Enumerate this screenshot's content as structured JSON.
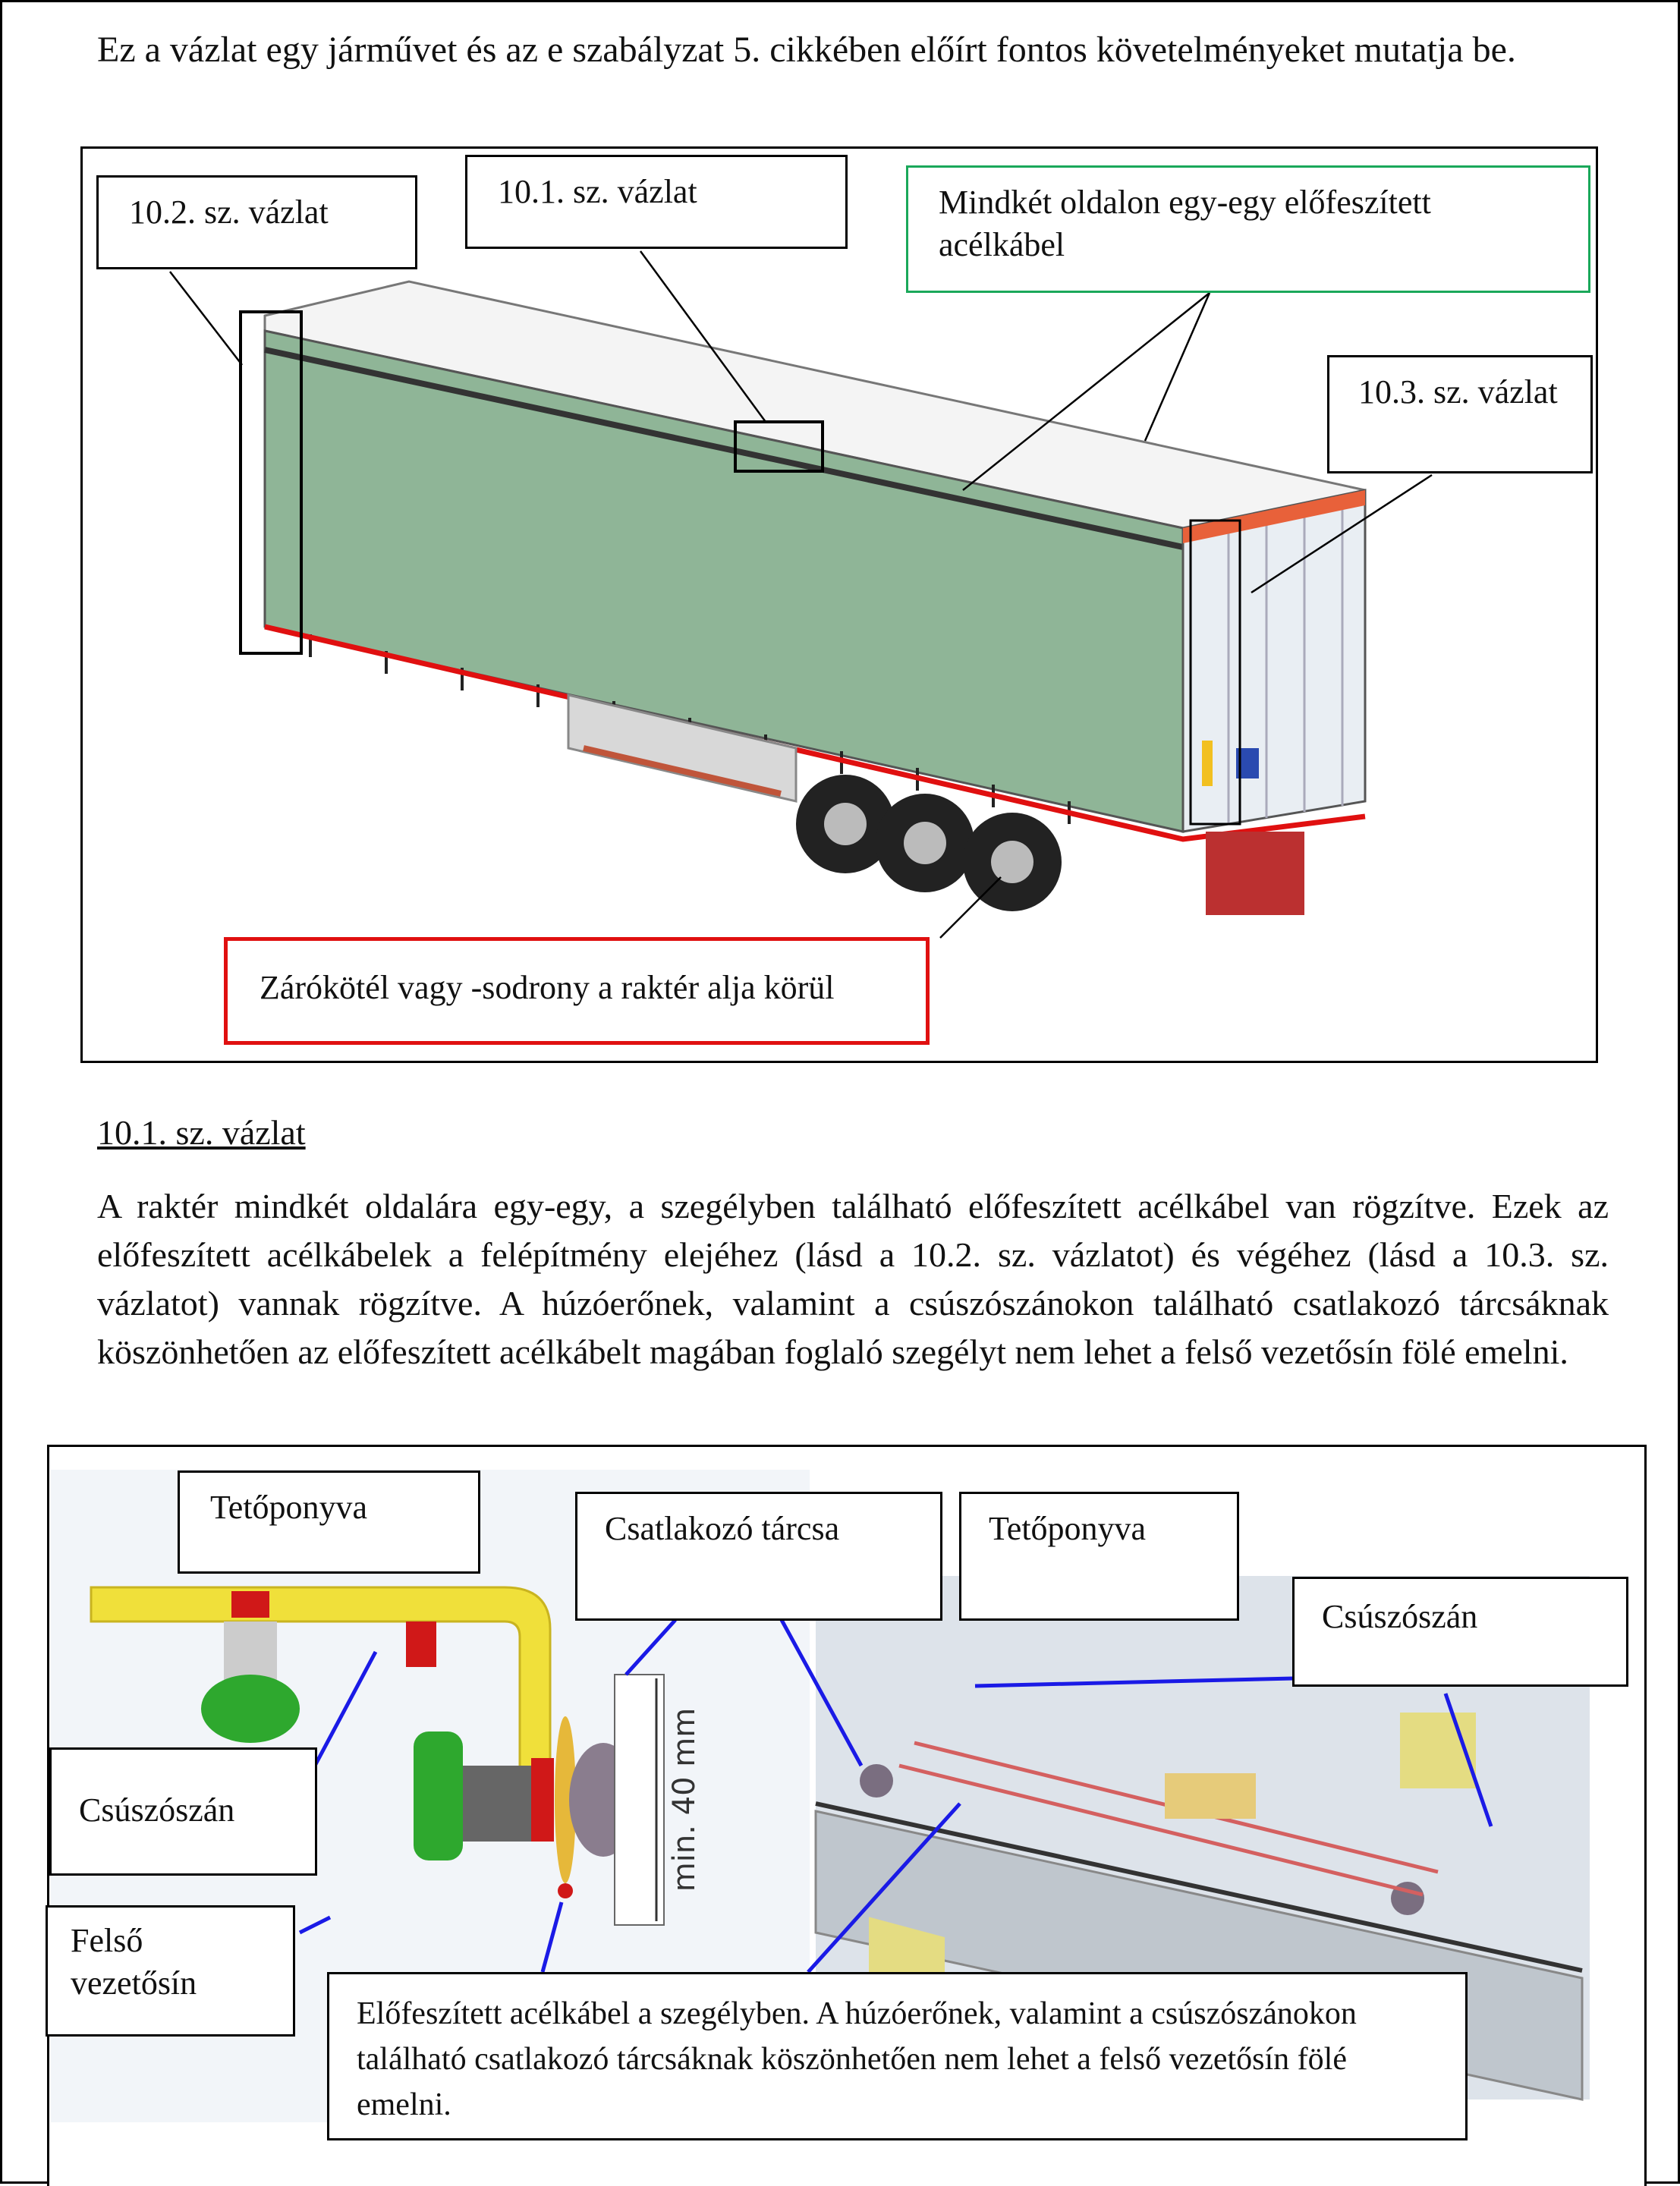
{
  "intro_text": "Ez a vázlat egy járművet és az e szabályzat 5. cikkében előírt fontos követelményeket mutatja be.",
  "figure1": {
    "label_10_2": "10.2. sz. vázlat",
    "label_10_1": "10.1. sz. vázlat",
    "label_cable": "Mindkét oldalon egy-egy előfeszített acélkábel",
    "label_10_3": "10.3. sz. vázlat",
    "label_rope": "Zárókötél vagy -sodrony a raktér alja körül",
    "colors": {
      "cable_box": "#1aa85a",
      "rope_box": "#e01010",
      "curtain": "#8fb597"
    }
  },
  "section_heading": "10.1. sz. vázlat",
  "section_paragraph": "A raktér mindkét oldalára egy-egy, a szegélyben található előfeszített acélkábel van rögzítve. Ezek az előfeszített acélkábelek a felépítmény elejéhez (lásd a 10.2. sz. vázlatot) és végéhez (lásd a 10.3. sz. vázlatot) vannak rögzítve. A húzóerőnek, valamint a csúszószánokon található csatlakozó tárcsáknak köszönhetően az előfeszített acélkábelt magában foglaló szegélyt nem lehet a felső vezetősín fölé emelni.",
  "figure2": {
    "label_roof1": "Tetőponyva",
    "label_disc": "Csatlakozó tárcsa",
    "label_roof2": "Tetőponyva",
    "label_slider_right": "Csúszószán",
    "label_slider_left": "Csúszószán",
    "label_rail": "Felső vezetősín",
    "label_bottom": "Előfeszített acélkábel a szegélyben. A húzóerőnek, valamint a csúszószánokon található csatlakozó tárcsáknak köszönhetően nem lehet a felső vezetősín fölé emelni.",
    "dimension": "min. 40 mm"
  }
}
